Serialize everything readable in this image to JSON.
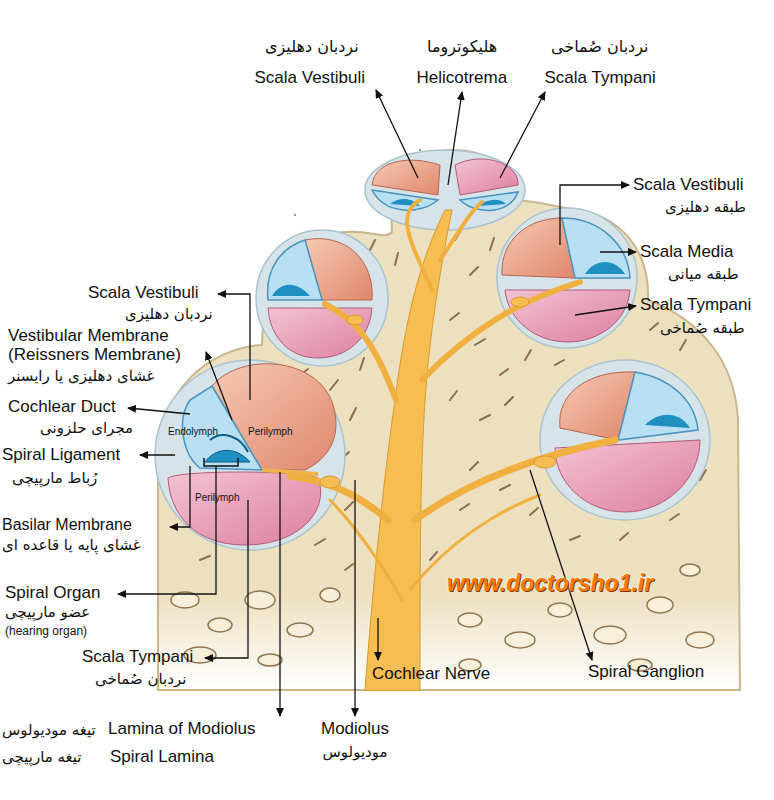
{
  "diagram": {
    "labels": [
      "نردبان دهلیزی",
      "Scala Vestibuli",
      "هلیکوتروما",
      "Helicotrema",
      "نردبان صُماخی",
      "Scala Tympani",
      "Scala Vestibuli",
      "طبقه دهلیزی",
      "Scala Media",
      "طبقه میانی",
      "Scala Tympani",
      "طبقه صُماخی",
      "Scala Vestibuli",
      "نردبان دهلیزی",
      "Vestibular Membrane",
      "(Reissners Membrane)",
      "غشای دهلیزی یا رایسنر",
      "Cochlear Duct",
      "مجرای حلزونی",
      "Spiral Ligament",
      "رُباط مارپیچی",
      "Basilar Membrane",
      "غشای پایه یا قاعده ای",
      "Spiral Organ",
      "عضو مارپیچی",
      "(hearing organ)",
      "Scala Tympani",
      "نردبان صُماخی",
      "Lamina of Modiolus",
      "تیغه مودیولوس",
      "Spiral Lamina",
      "تیغه مارپیچی",
      "Modiolus",
      "مودیولوس",
      "Cochlear Nerve",
      "Spiral Ganglion",
      "Endolymph",
      "Perilymph",
      "Perilymph",
      "www.doctorsho1.ir"
    ]
  }
}
